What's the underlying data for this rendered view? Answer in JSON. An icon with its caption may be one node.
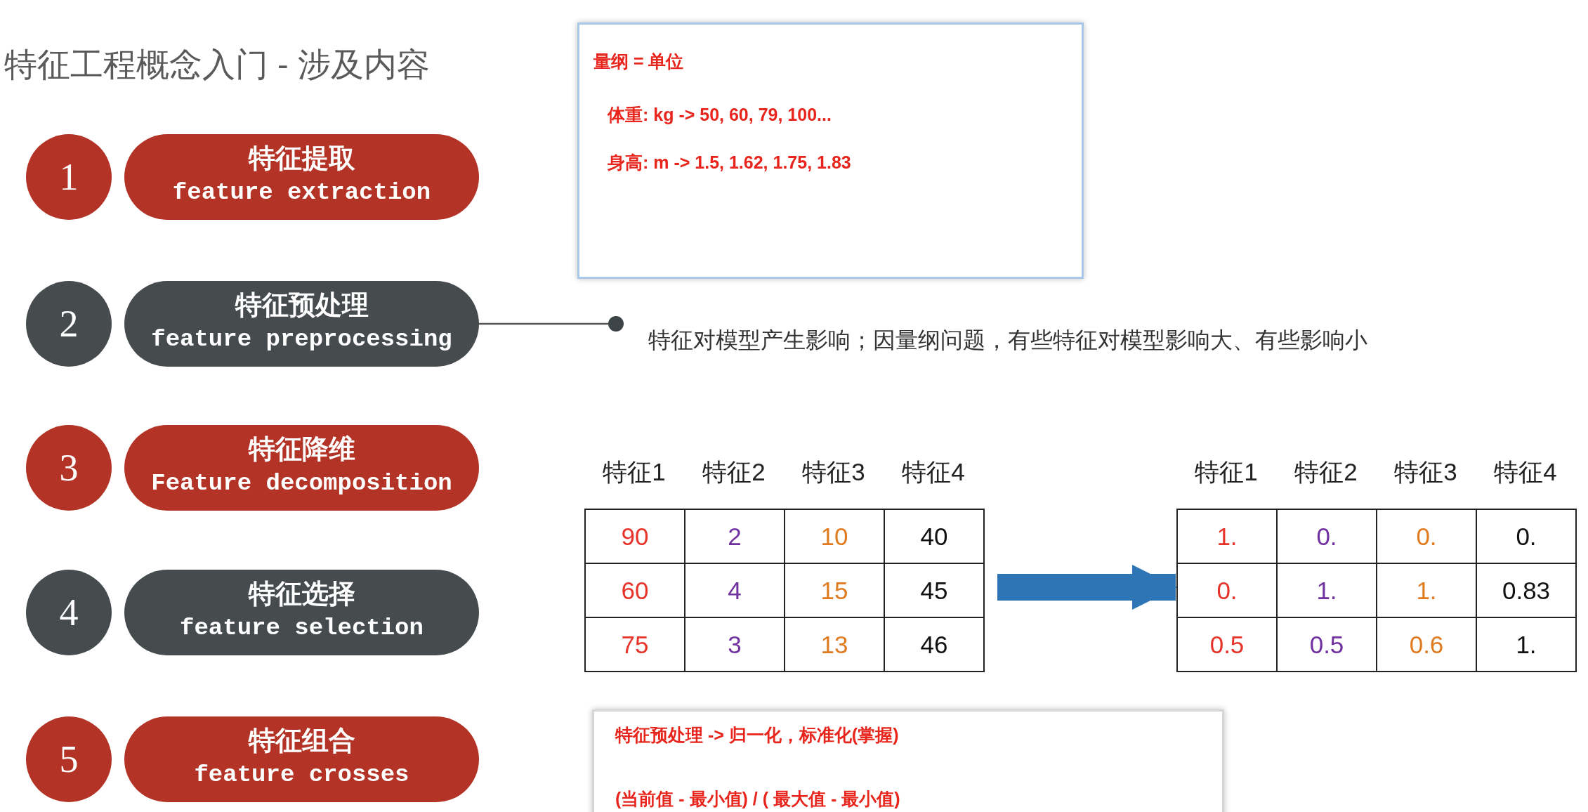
{
  "diagram": {
    "title": "特征工程概念入门 - 涉及内容",
    "nodes": [
      {
        "text": [
          "1"
        ]
      },
      {
        "text": [
          "特征提取",
          "feature extraction"
        ]
      },
      {
        "text": [
          "2"
        ]
      },
      {
        "text": [
          "特征预处理",
          "feature preprocessing"
        ]
      },
      {
        "text": [
          "3"
        ]
      },
      {
        "text": [
          "特征降维",
          "Feature decomposition"
        ]
      },
      {
        "text": [
          "4"
        ]
      },
      {
        "text": [
          "特征选择",
          "feature selection"
        ]
      },
      {
        "text": [
          "5"
        ]
      },
      {
        "text": [
          "特征组合",
          "feature crosses"
        ]
      },
      {
        "text": [
          "量纲 = 单位",
          "体重: kg -> 50, 60, 79, 100...",
          "身高: m -> 1.5, 1.62, 1.75, 1.83"
        ]
      },
      {
        "text": [],
        "shape": "circle",
        "beside": [
          "特征对模型产生影响；因量纲问题，有些特征对模型影响大、有些影响小"
        ]
      },
      {
        "text": [
          "特征1",
          "特征2",
          "特征3",
          "特征4",
          "90",
          "2",
          "10",
          "40",
          "60",
          "4",
          "15",
          "45",
          "75",
          "3",
          "13",
          "46"
        ]
      },
      {
        "text": [
          "特征1",
          "特征2",
          "特征3",
          "特征4",
          "1.",
          "0.",
          "0.",
          "0.",
          "0.",
          "1.",
          "1.",
          "0.83",
          "0.5",
          "0.5",
          "0.6",
          "1."
        ]
      },
      {
        "text": [
          "特征预处理 -> 归一化，标准化(掌握)",
          "(当前值 - 最小值) / ( 最大值 - 最小值)"
        ]
      }
    ],
    "edges": [
      {
        "from": 3,
        "to": 11,
        "arrow": "none"
      },
      {
        "from": 12,
        "to": 13,
        "arrow": "to",
        "style": "thick",
        "color": "#2e75b6"
      }
    ]
  }
}
